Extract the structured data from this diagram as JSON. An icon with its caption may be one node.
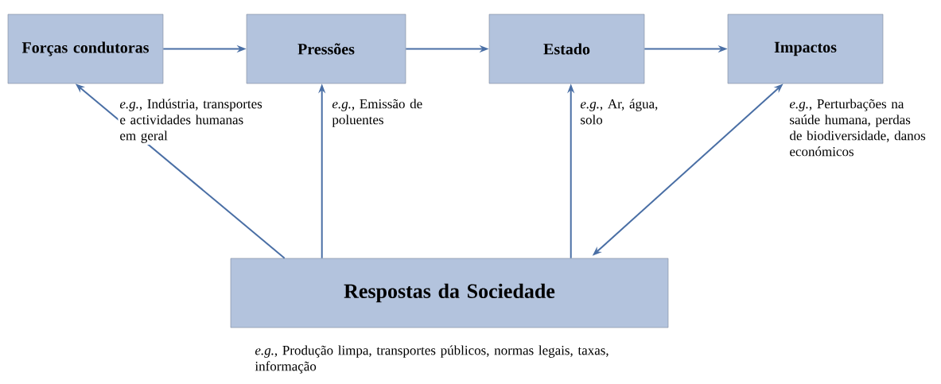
{
  "diagram": {
    "nodes": [
      {
        "text": [
          "Forças condutoras"
        ],
        "beside": [
          "*e.g.*, Indústria, transportes e actividades humanas em geral"
        ]
      },
      {
        "text": [
          "Pressões"
        ],
        "beside": [
          "*e.g.*, Emissão de poluentes"
        ]
      },
      {
        "text": [
          "Estado"
        ],
        "beside": [
          "*e.g.*, Ar, água, solo"
        ]
      },
      {
        "text": [
          "Impactos"
        ],
        "beside": [
          "*e.g.*, Perturbações na saúde humana, perdas de biodiversidade, danos económicos"
        ]
      },
      {
        "text": [
          "Respostas da Sociedade"
        ],
        "beside": [
          "*e.g.*, Produção limpa, transportes públicos, normas legais, taxas, informação"
        ]
      }
    ],
    "edges": [
      {
        "from": 0,
        "to": 1,
        "arrow": "to"
      },
      {
        "from": 1,
        "to": 2,
        "arrow": "to"
      },
      {
        "from": 2,
        "to": 3,
        "arrow": "to"
      },
      {
        "from": 4,
        "to": 0,
        "arrow": "to"
      },
      {
        "from": 4,
        "to": 1,
        "arrow": "to"
      },
      {
        "from": 4,
        "to": 2,
        "arrow": "to"
      },
      {
        "from": 4,
        "to": 3,
        "arrow": "both"
      }
    ]
  }
}
